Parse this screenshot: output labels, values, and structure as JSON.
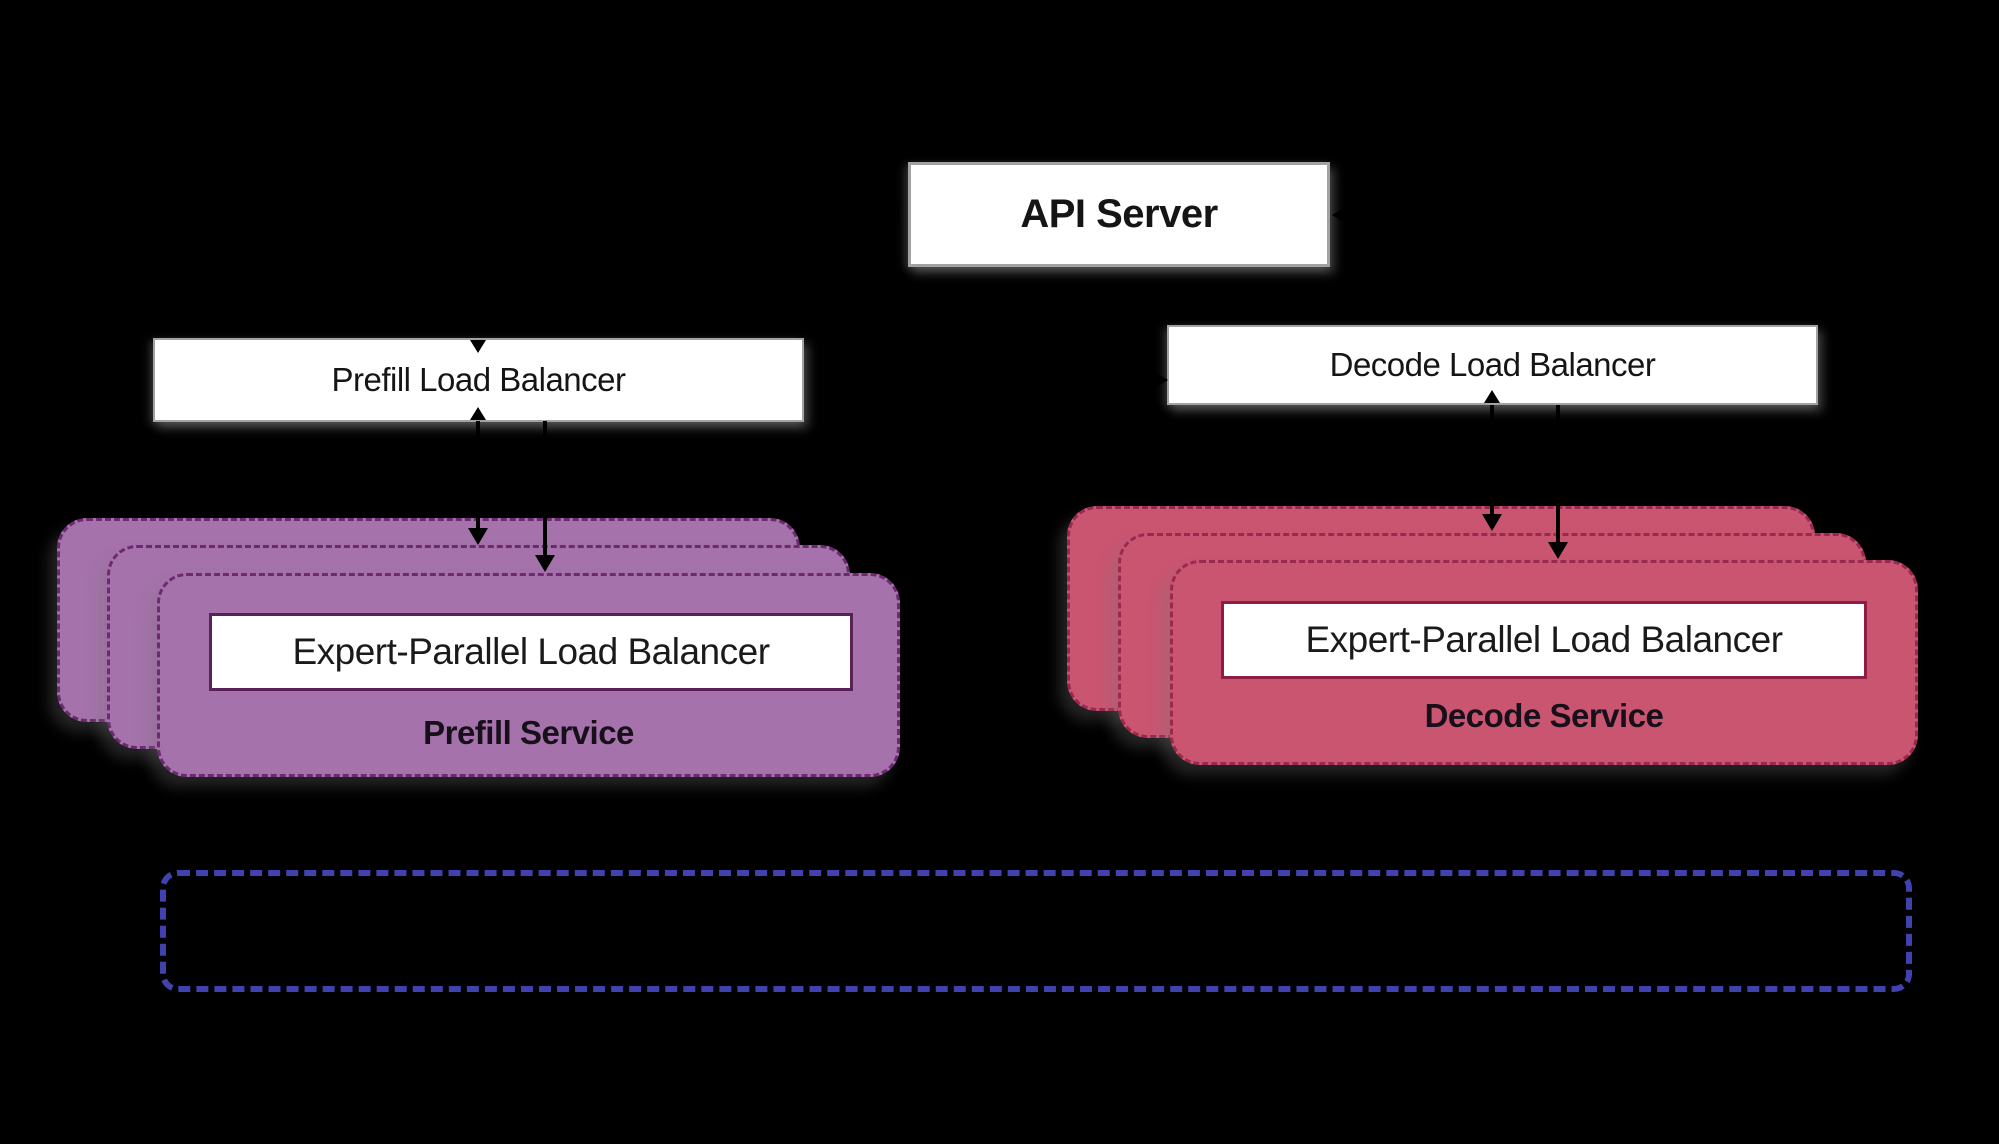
{
  "diagram": {
    "background_color": "#000000",
    "arrow_color": "#000000",
    "api_server": {
      "label": "API Server"
    },
    "prefill_load_balancer": {
      "label": "Prefill Load Balancer"
    },
    "decode_load_balancer": {
      "label": "Decode Load Balancer"
    },
    "prefill_service_stack": {
      "card_count": 3,
      "eplb_label": "Expert-Parallel Load Balancer",
      "service_label": "Prefill Service",
      "fill_color": "#a572ab",
      "border_color": "#6d2a70"
    },
    "decode_service_stack": {
      "card_count": 3,
      "eplb_label": "Expert-Parallel Load Balancer",
      "service_label": "Decode Service",
      "fill_color": "#ca5571",
      "border_color": "#9a2950"
    },
    "worker_group_box": {
      "border_color": "#4141b0"
    }
  }
}
